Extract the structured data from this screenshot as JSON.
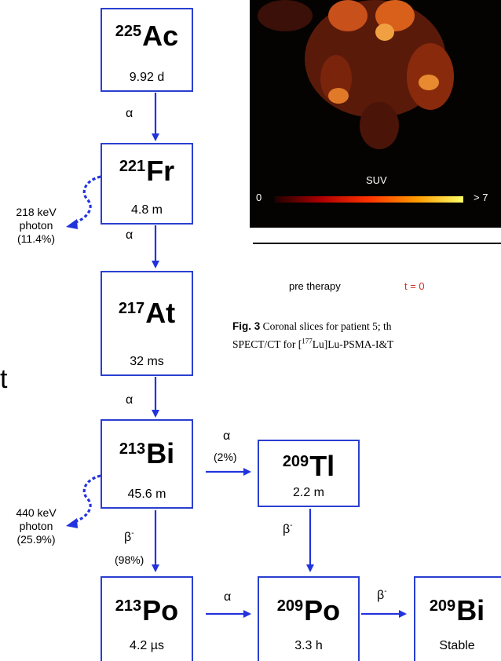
{
  "background": {
    "colorbar_label": "SUV",
    "colorbar_min": "0",
    "colorbar_max": "> 7",
    "timeline_pre": "pre therapy",
    "timeline_t0": "t = 0",
    "caption_label": "Fig. 3",
    "caption_line1": "Coronal slices for patient 5; th",
    "caption_line2": "SPECT/CT for [177Lu]Lu-PSMA-I&T",
    "caption_line2_pre": "SPECT/CT for [",
    "caption_line2_mass": "177",
    "caption_line2_post": "Lu]Lu-PSMA-I&T",
    "edge_character": "t"
  },
  "nuclides": {
    "ac225": {
      "mass": "225",
      "symbol": "Ac",
      "half_life": "9.92 d"
    },
    "fr221": {
      "mass": "221",
      "symbol": "Fr",
      "half_life": "4.8 m"
    },
    "at217": {
      "mass": "217",
      "symbol": "At",
      "half_life": "32 ms"
    },
    "bi213": {
      "mass": "213",
      "symbol": "Bi",
      "half_life": "45.6 m"
    },
    "tl209": {
      "mass": "209",
      "symbol": "Tl",
      "half_life": "2.2 m"
    },
    "po213": {
      "mass": "213",
      "symbol": "Po",
      "half_life": "4.2 µs"
    },
    "po209": {
      "mass": "209",
      "symbol": "Po",
      "half_life": "3.3 h"
    },
    "bi209": {
      "mass": "209",
      "symbol": "Bi",
      "half_life": "Stable"
    }
  },
  "decays": {
    "ac_fr": "α",
    "fr_at": "α",
    "at_bi": "α",
    "bi_tl_mode": "α",
    "bi_tl_branch": "(2%)",
    "bi_po_mode": "β",
    "bi_po_branch": "(98%)",
    "tl_po_mode": "β",
    "po213_po209_mode": "α",
    "po209_bi209_mode": "β",
    "beta_sign": "-"
  },
  "photons": {
    "fr": {
      "energy": "218 keV",
      "word": "photon",
      "intensity": "(11.4%)"
    },
    "bi": {
      "energy": "440 keV",
      "word": "photon",
      "intensity": "(25.9%)"
    }
  },
  "colors": {
    "box_border": "#2a3fd0",
    "arrow": "#2233dd",
    "photon_arrow": "#2233dd",
    "t0_label": "#d0302a"
  }
}
